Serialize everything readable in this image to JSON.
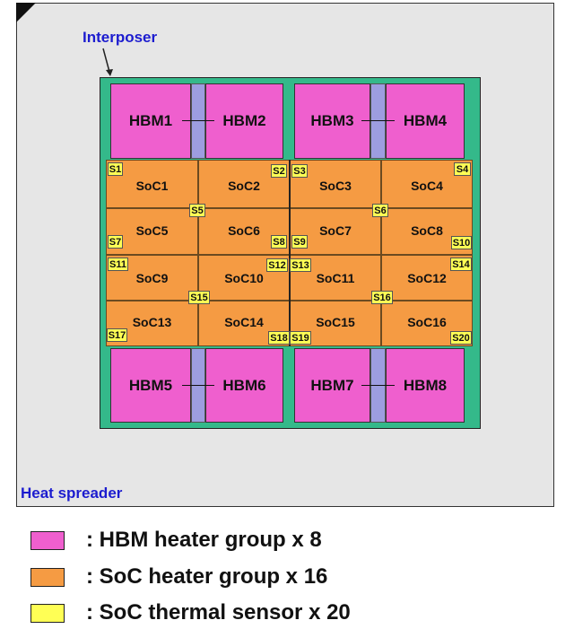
{
  "labels": {
    "interposer": "Interposer",
    "heat_spreader": "Heat spreader"
  },
  "colors": {
    "hbm": "#ef5fce",
    "soc": "#f59b43",
    "sensor": "#ffff55",
    "interposer": "#34b98a",
    "spreader": "#e6e6e6",
    "label": "#1c1ccf"
  },
  "hbm": [
    "HBM1",
    "HBM2",
    "HBM3",
    "HBM4",
    "HBM5",
    "HBM6",
    "HBM7",
    "HBM8"
  ],
  "soc": [
    "SoC1",
    "SoC2",
    "SoC3",
    "SoC4",
    "SoC5",
    "SoC6",
    "SoC7",
    "SoC8",
    "SoC9",
    "SoC10",
    "SoC11",
    "SoC12",
    "SoC13",
    "SoC14",
    "SoC15",
    "SoC16"
  ],
  "sensors": [
    "S1",
    "S2",
    "S3",
    "S4",
    "S5",
    "S6",
    "S7",
    "S8",
    "S9",
    "S10",
    "S11",
    "S12",
    "S13",
    "S14",
    "S15",
    "S16",
    "S17",
    "S18",
    "S19",
    "S20"
  ],
  "legend": [
    {
      "text": ": HBM heater group x 8",
      "color": "#ef5fce"
    },
    {
      "text": ": SoC heater group x 16",
      "color": "#f59b43"
    },
    {
      "text": ": SoC thermal sensor x 20",
      "color": "#ffff55"
    }
  ]
}
